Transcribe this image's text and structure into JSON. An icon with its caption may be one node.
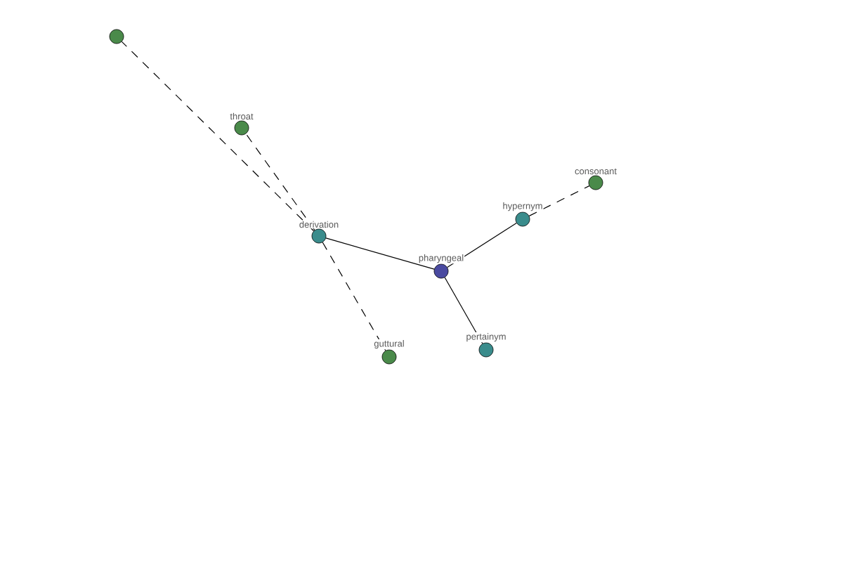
{
  "diagram": {
    "nodes": [
      {
        "text": [],
        "shape": "circle"
      },
      {
        "text": [
          "throat"
        ]
      },
      {
        "text": [
          "consonant"
        ]
      },
      {
        "text": [
          "hypernym"
        ]
      },
      {
        "text": [
          "derivation"
        ]
      },
      {
        "text": [
          "pharyngeal"
        ]
      },
      {
        "text": [
          "pertainym"
        ]
      },
      {
        "text": [
          "guttural"
        ]
      }
    ],
    "edges": [
      {
        "from": 4,
        "to": 0,
        "arrow": "none",
        "style": "dashed"
      },
      {
        "from": 4,
        "to": 1,
        "arrow": "none",
        "style": "dashed"
      },
      {
        "from": 4,
        "to": 7,
        "arrow": "none",
        "style": "dashed"
      },
      {
        "from": 4,
        "to": 5,
        "arrow": "none"
      },
      {
        "from": 5,
        "to": 3,
        "arrow": "none"
      },
      {
        "from": 5,
        "to": 6,
        "arrow": "none"
      },
      {
        "from": 3,
        "to": 2,
        "arrow": "none",
        "style": "dashed"
      }
    ]
  }
}
